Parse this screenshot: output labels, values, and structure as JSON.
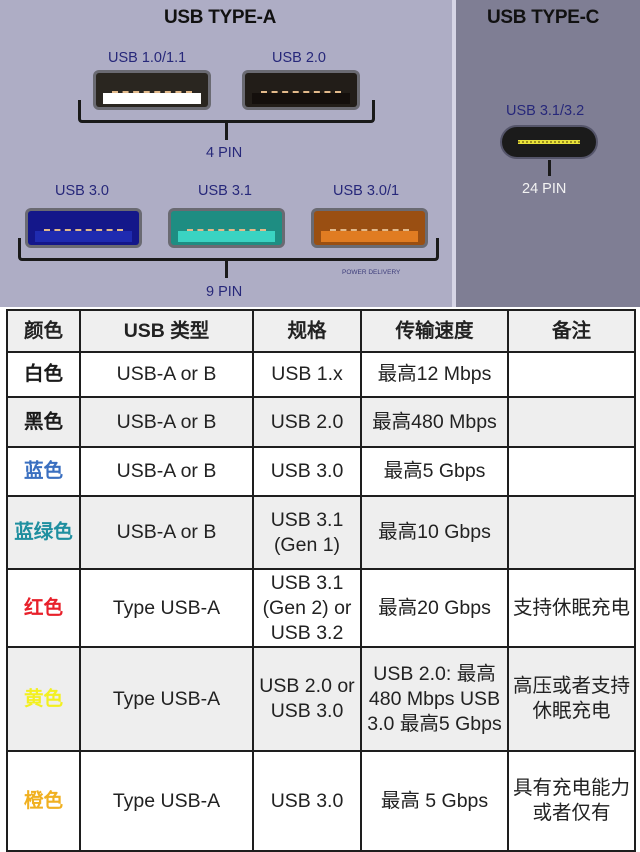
{
  "diagram": {
    "type_a": {
      "title": "USB TYPE-A",
      "top_ports": [
        {
          "label": "USB 1.0/1.1",
          "color": "#ffffff"
        },
        {
          "label": "USB 2.0",
          "color": "#1a1410"
        }
      ],
      "top_pins": "4 PIN",
      "bottom_ports": [
        {
          "label": "USB 3.0",
          "color": "#1f2bb0"
        },
        {
          "label": "USB 3.1",
          "color": "#2bbfb0"
        },
        {
          "label": "USB 3.0/1",
          "color": "#d6751c"
        }
      ],
      "bottom_pins": "9 PIN",
      "power_delivery_note": "POWER DELIVERY"
    },
    "type_c": {
      "title": "USB TYPE-C",
      "port_label": "USB 3.1/3.2",
      "pins": "24 PIN",
      "color": "#e9e33a"
    }
  },
  "table": {
    "headers": [
      "颜色",
      "USB 类型",
      "规格",
      "传输速度",
      "备注"
    ],
    "rows": [
      {
        "color_name": "白色",
        "text_color": "#1a1a1a",
        "usb_type": "USB-A or B",
        "spec": "USB 1.x",
        "speed": "最高12 Mbps",
        "note": ""
      },
      {
        "color_name": "黑色",
        "text_color": "#1a1a1a",
        "usb_type": "USB-A or B",
        "spec": "USB 2.0",
        "speed": "最高480 Mbps",
        "note": ""
      },
      {
        "color_name": "蓝色",
        "text_color": "#3a6fc0",
        "usb_type": "USB-A or B",
        "spec": "USB 3.0",
        "speed": "最高5 Gbps",
        "note": ""
      },
      {
        "color_name": "蓝绿色",
        "text_color": "#1f8fa0",
        "usb_type": "USB-A or B",
        "spec": "USB 3.1 (Gen 1)",
        "speed": "最高10 Gbps",
        "note": ""
      },
      {
        "color_name": "红色",
        "text_color": "#e8202a",
        "usb_type": "Type USB-A",
        "spec": "USB 3.1 (Gen 2) or USB 3.2",
        "speed": "最高20 Gbps",
        "note": "支持休眠充电"
      },
      {
        "color_name": "黄色",
        "text_color": "#f3f020",
        "usb_type": "Type USB-A",
        "spec": "USB 2.0 or USB 3.0",
        "speed": "USB 2.0: 最高480 Mbps USB 3.0 最高5 Gbps",
        "note": "高压或者支持休眠充电"
      },
      {
        "color_name": "橙色",
        "text_color": "#f0b020",
        "usb_type": "Type USB-A",
        "spec": "USB 3.0",
        "speed": "最高 5 Gbps",
        "note": "具有充电能力或者仅有"
      }
    ]
  }
}
